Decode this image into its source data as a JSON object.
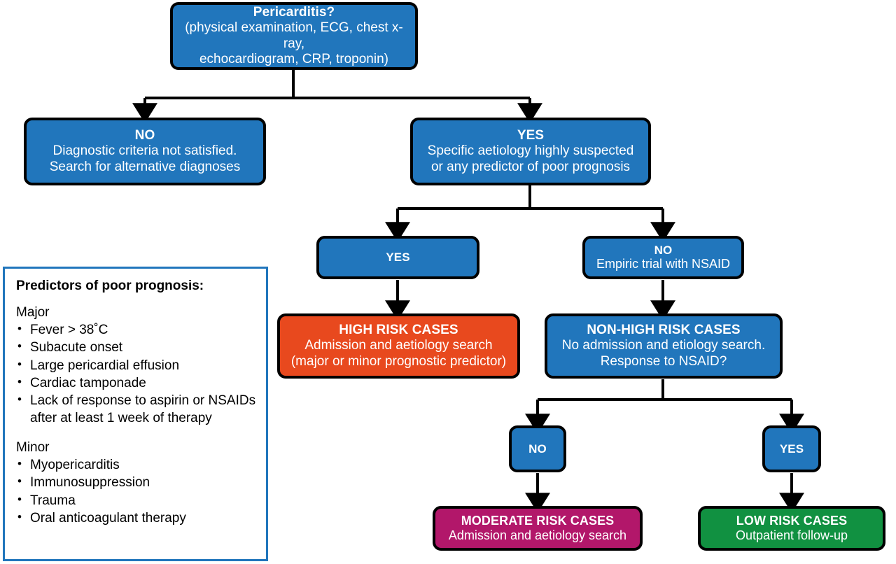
{
  "diagram": {
    "title": "Pericarditis triage flowchart",
    "colors": {
      "blue": "#2176bc",
      "orange": "#e8491e",
      "magenta": "#b2176a",
      "green": "#119141",
      "outline": "#000000",
      "legend_border": "#2176bc",
      "text_on_fill": "#ffffff",
      "legend_text": "#000000"
    },
    "nodes": [
      {
        "id": "pericarditis",
        "color": "blue",
        "head": "Pericarditis?",
        "lines": [
          "(physical examination, ECG, chest x-ray,",
          "echocardiogram, CRP, troponin)"
        ]
      },
      {
        "id": "no-diagnostic",
        "color": "blue",
        "head": "NO",
        "lines": [
          "Diagnostic criteria not satisfied.",
          "Search for alternative diagnoses"
        ]
      },
      {
        "id": "yes-aetiology",
        "color": "blue",
        "head": "YES",
        "lines": [
          "Specific aetiology highly suspected",
          "or any predictor of poor prognosis"
        ]
      },
      {
        "id": "yes-mid",
        "color": "blue",
        "head": "YES",
        "lines": []
      },
      {
        "id": "no-empiric",
        "color": "blue",
        "head": "NO",
        "lines": [
          "Empiric trial with NSAID"
        ]
      },
      {
        "id": "high-risk",
        "color": "orange",
        "head": "HIGH RISK CASES",
        "lines": [
          "Admission and aetiology search",
          "(major or minor prognostic predictor)"
        ]
      },
      {
        "id": "non-high-risk",
        "color": "blue",
        "head": "NON-HIGH RISK CASES",
        "lines": [
          "No admission and etiology search.",
          "Response to NSAID?"
        ]
      },
      {
        "id": "no-small",
        "color": "blue",
        "head": "NO",
        "lines": []
      },
      {
        "id": "yes-small",
        "color": "blue",
        "head": "YES",
        "lines": []
      },
      {
        "id": "moderate-risk",
        "color": "magenta",
        "head": "MODERATE RISK CASES",
        "lines": [
          "Admission and aetiology search"
        ]
      },
      {
        "id": "low-risk",
        "color": "green",
        "head": "LOW RISK CASES",
        "lines": [
          "Outpatient follow-up"
        ]
      }
    ],
    "legend": {
      "title": "Predictors of poor prognosis:",
      "major_label": "Major",
      "major_items": [
        "Fever > 38˚C",
        "Subacute onset",
        "Large pericardial effusion",
        "Cardiac tamponade",
        "Lack of response to aspirin or NSAIDs after at least 1 week of therapy"
      ],
      "minor_label": "Minor",
      "minor_items": [
        "Myopericarditis",
        "Immunosuppression",
        "Trauma",
        "Oral anticoagulant therapy"
      ]
    }
  }
}
